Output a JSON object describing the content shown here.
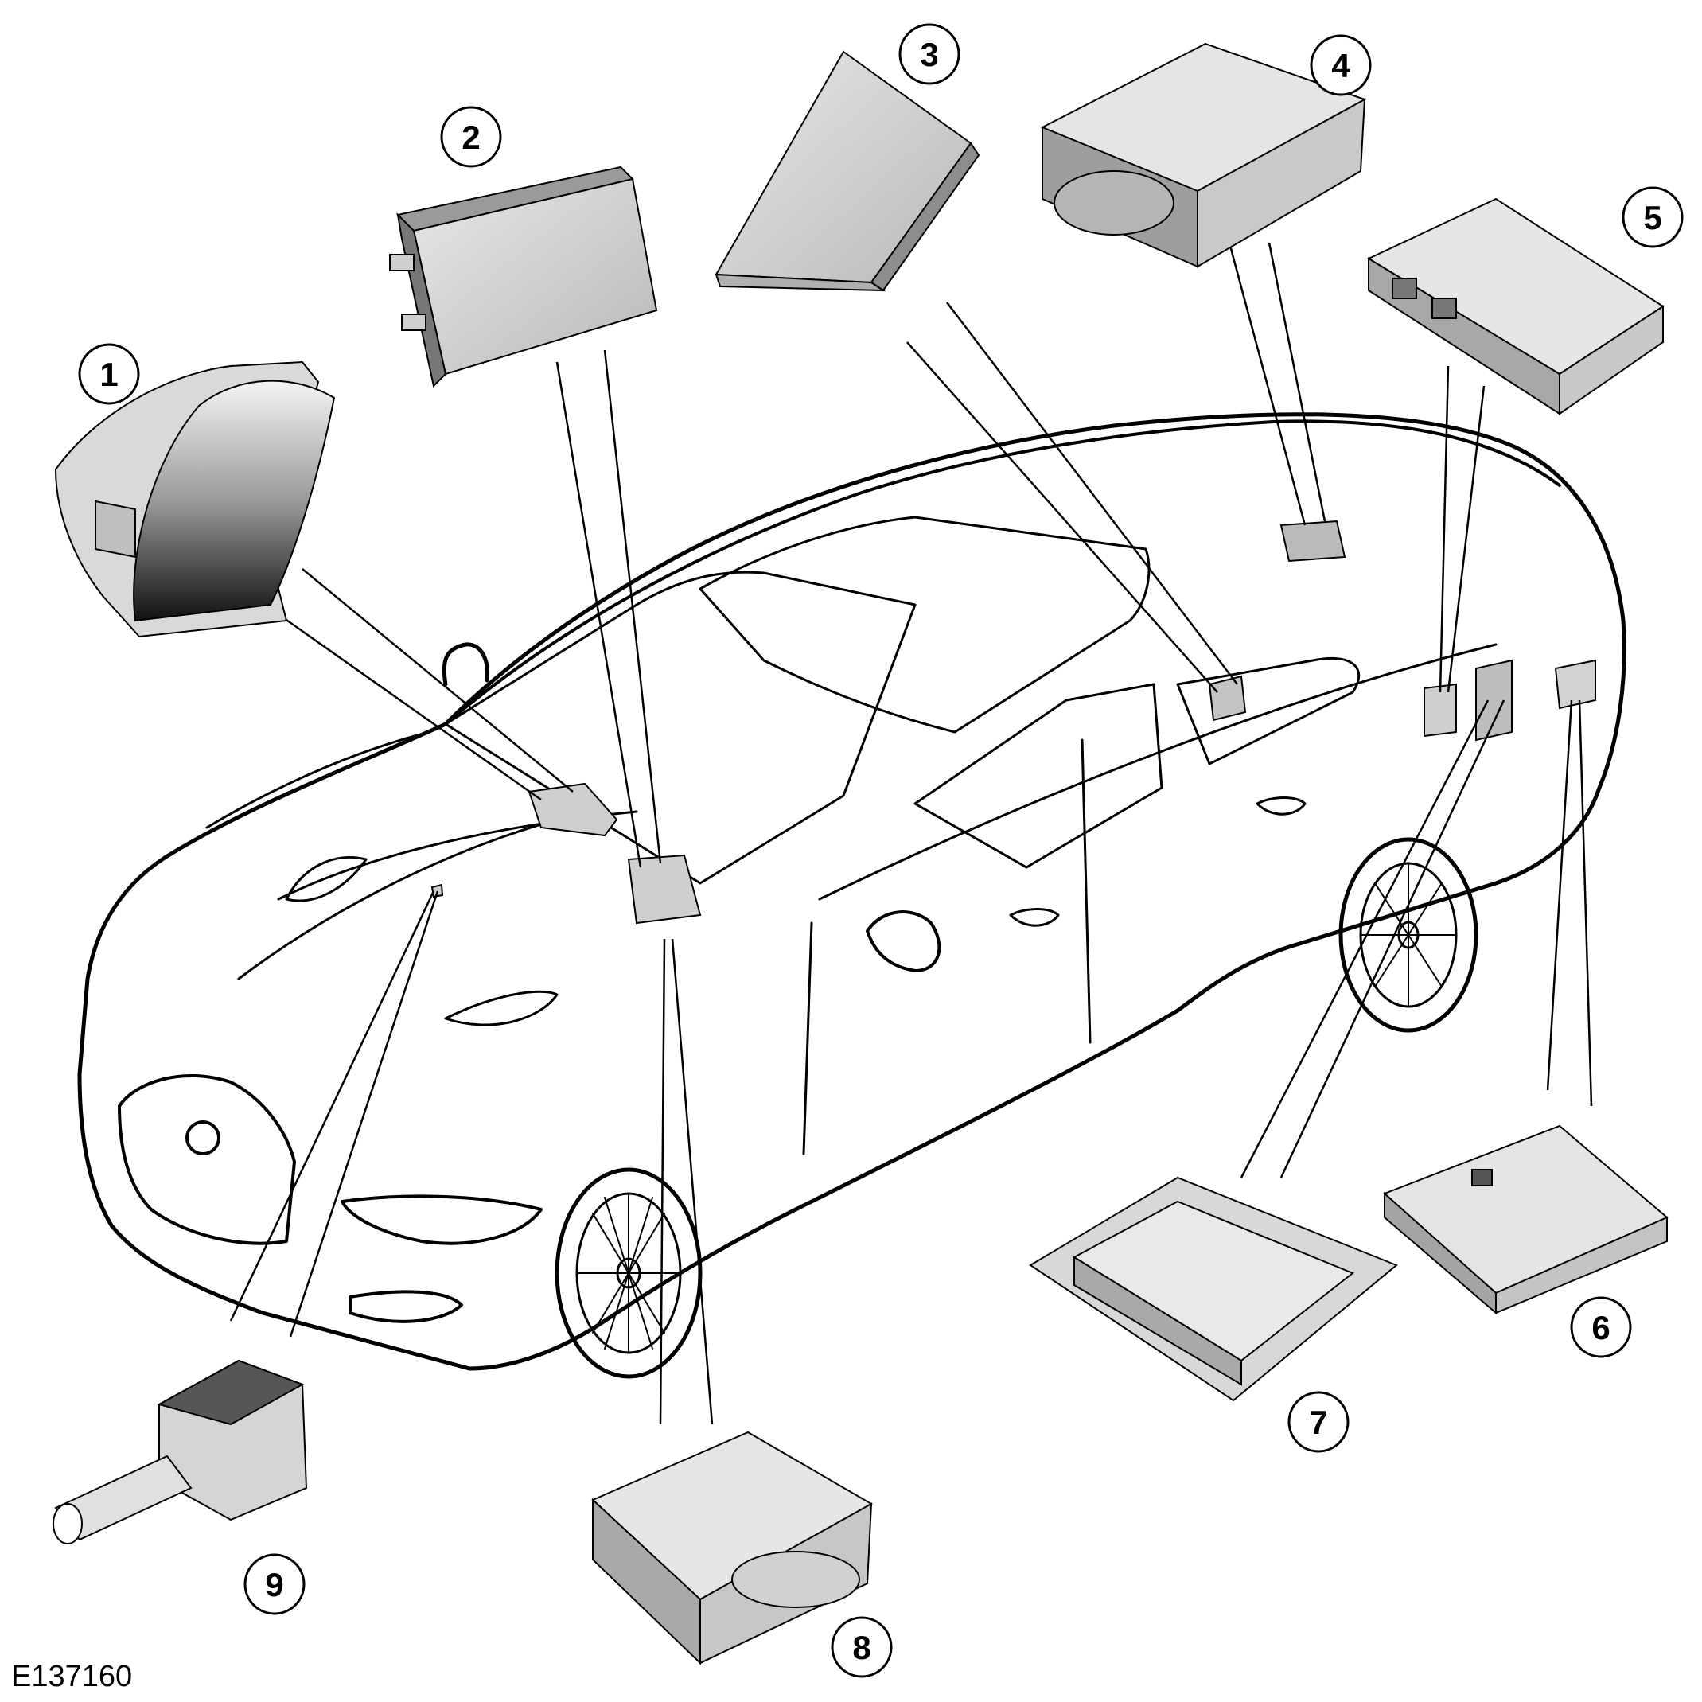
{
  "figure_id": "E137160",
  "callouts": [
    {
      "id": "1",
      "label": "1"
    },
    {
      "id": "2",
      "label": "2"
    },
    {
      "id": "3",
      "label": "3"
    },
    {
      "id": "4",
      "label": "4"
    },
    {
      "id": "5",
      "label": "5"
    },
    {
      "id": "6",
      "label": "6"
    },
    {
      "id": "7",
      "label": "7"
    },
    {
      "id": "8",
      "label": "8"
    },
    {
      "id": "9",
      "label": "9"
    }
  ],
  "colors": {
    "line": "#000000",
    "component_fill": "#d6d6d6",
    "component_dark": "#8a8a8a",
    "background": "#ffffff"
  }
}
